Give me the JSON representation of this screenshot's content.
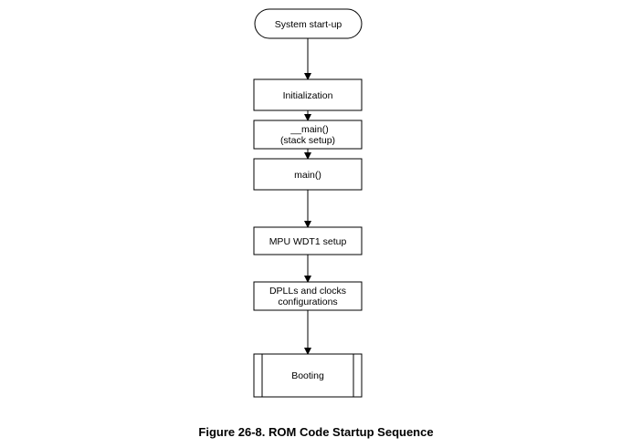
{
  "diagram": {
    "start": "System start-up",
    "steps": [
      {
        "lines": [
          "Initialization"
        ]
      },
      {
        "lines": [
          "__main()",
          "(stack setup)"
        ]
      },
      {
        "lines": [
          "main()"
        ]
      },
      {
        "lines": [
          "MPU WDT1 setup"
        ]
      },
      {
        "lines": [
          "DPLLs and clocks",
          "configurations"
        ]
      },
      {
        "lines": [
          "Booting"
        ]
      }
    ],
    "caption": "Figure 26-8. ROM Code Startup Sequence"
  }
}
